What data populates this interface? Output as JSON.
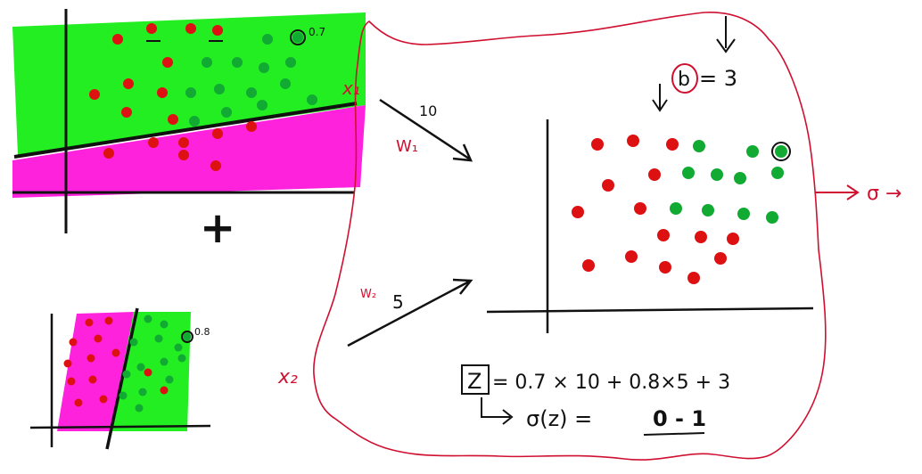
{
  "colors": {
    "green": "#22ee22",
    "magenta": "#ff22dd",
    "red_dot": "#dd1111",
    "green_dot": "#11aa33",
    "ink": "#111111",
    "red_ink": "#d01030"
  },
  "labels": {
    "x1": "x₁",
    "x2": "x₂",
    "w1": "W₁",
    "w2": "W₂",
    "weight1": "10",
    "weight2": "5",
    "plus": "+",
    "prob1": "0.7",
    "prob2": "0.8",
    "bias_var": "b",
    "bias_val": "= 3",
    "z_var": "Z",
    "equation": "= 0.7 × 10 + 0.8×5 + 3",
    "sigma_eq": "σ(z) =",
    "range": "0 - 1",
    "output": "σ →"
  }
}
